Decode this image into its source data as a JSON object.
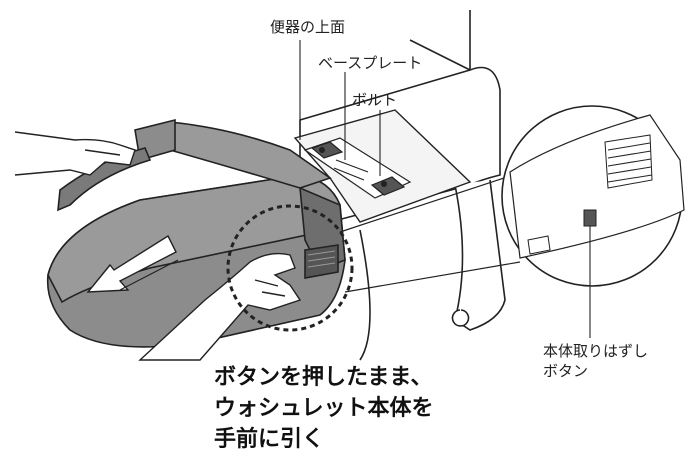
{
  "labels": {
    "toilet_top": "便器の上面",
    "base_plate": "ベースプレート",
    "bolt": "ボルト",
    "release_button_line1": "本体取りはずし",
    "release_button_line2": "ボタン"
  },
  "instruction": {
    "line1": "ボタンを押したまま、",
    "line2": "ウォシュレット本体を",
    "line3": "手前に引く"
  },
  "colors": {
    "unit_body": "#8c8c8c",
    "unit_top": "#9a9a9a",
    "unit_side": "#6e6e6e",
    "outline": "#222222"
  }
}
